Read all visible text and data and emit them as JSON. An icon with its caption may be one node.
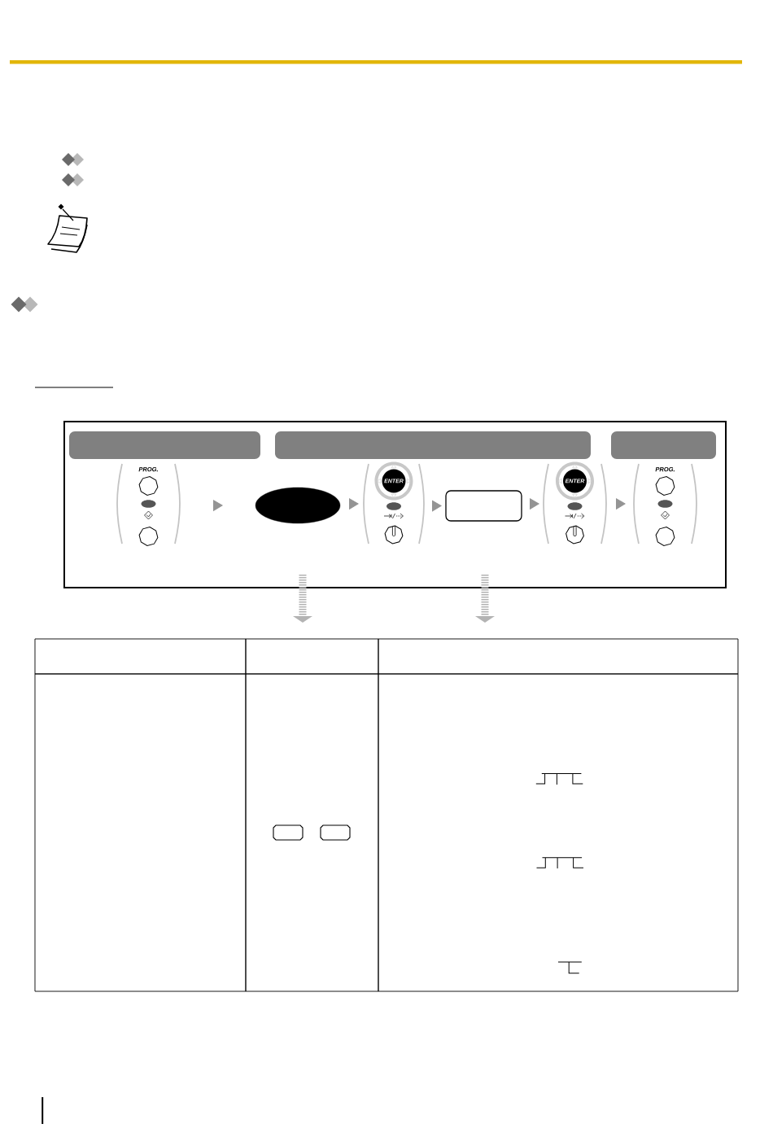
{
  "diagram": {
    "nodes": [
      {
        "text": [],
        "shape": "box"
      },
      {
        "text": [
          "PROG."
        ],
        "in": 0
      },
      {
        "text": [],
        "shape": "ellipse",
        "in": 0
      },
      {
        "text": [
          "ENTER"
        ],
        "in": 0
      },
      {
        "text": [],
        "shape": "box",
        "in": 0
      },
      {
        "text": [
          "ENTER"
        ],
        "in": 0
      },
      {
        "text": [
          "PROG."
        ],
        "in": 0
      }
    ],
    "edges": [
      {
        "from": 1,
        "to": 2,
        "arrow": "to"
      },
      {
        "from": 2,
        "to": 3,
        "arrow": "to"
      },
      {
        "from": 3,
        "to": 4,
        "arrow": "to"
      },
      {
        "from": 4,
        "to": 5,
        "arrow": "to"
      },
      {
        "from": 5,
        "to": 6,
        "arrow": "to"
      },
      {
        "from": 0,
        "to": null,
        "arrow": "to",
        "style": "dashed",
        "color": "#b3b3b3"
      },
      {
        "from": 0,
        "to": null,
        "arrow": "to",
        "style": "dashed",
        "color": "#b3b3b3"
      }
    ]
  }
}
